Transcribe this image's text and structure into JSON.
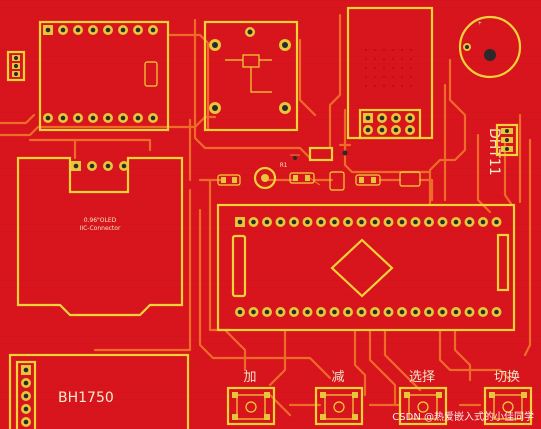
{
  "board": {
    "background_color": "#d8141c",
    "silkscreen_color": "#f4d23a",
    "trace_color": "#ee6b2a"
  },
  "labels": {
    "oled_line1": "0.96\"OLED",
    "oled_line2": "IIC-Connector",
    "bh1750": "BH1750",
    "dht11": "DHT11",
    "btn_1": "加",
    "btn_2": "减",
    "btn_3": "选择",
    "btn_4": "切换",
    "watermark": "CSDN @热爱嵌入式的小佳同学"
  },
  "pads": {
    "mcu_top_row_count": 20,
    "mcu_bottom_row_count": 20,
    "bh1750_pin_count": 5,
    "dht11_pin_count": 3,
    "oled_pin_count": 4
  }
}
